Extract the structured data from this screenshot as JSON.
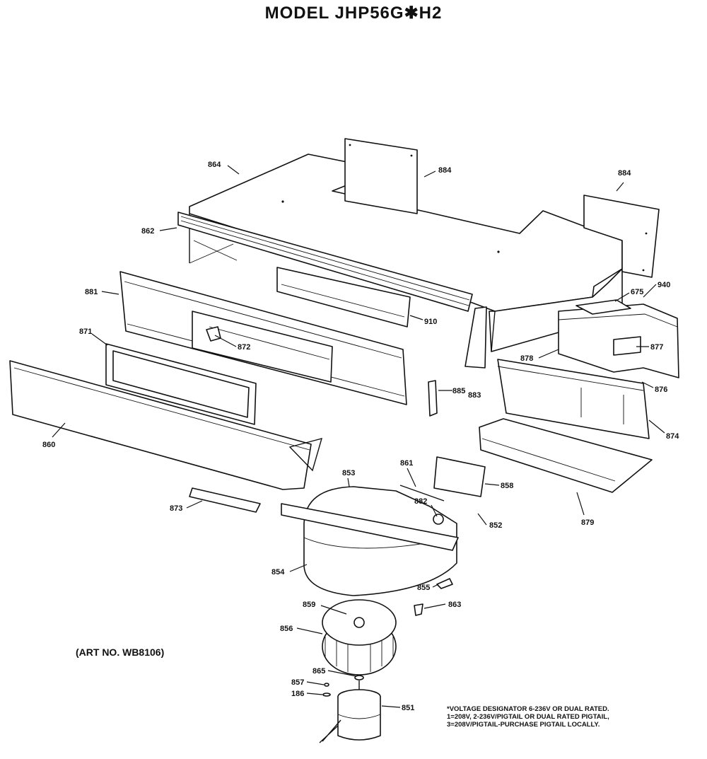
{
  "title": "MODEL JHP56G✱H2",
  "art_number": "(ART NO. WB8106)",
  "note": {
    "line1": "*VOLTAGE DESIGNATOR 6-236V OR DUAL RATED.",
    "line2": "1=208V, 2-236V/PIGTAIL OR DUAL RATED PIGTAIL,",
    "line3": "3=208V/PIGTAIL-PURCHASE PIGTAIL LOCALLY."
  },
  "labels": {
    "l864": "864",
    "l884a": "884",
    "l884b": "884",
    "l862": "862",
    "l881": "881",
    "l910": "910",
    "l871": "871",
    "l872": "872",
    "l675": "675",
    "l940": "940",
    "l877": "877",
    "l878": "878",
    "l876": "876",
    "l885": "885",
    "l883": "883",
    "l874": "874",
    "l860": "860",
    "l853": "853",
    "l861": "861",
    "l858": "858",
    "l873": "873",
    "l882": "882",
    "l852": "852",
    "l879": "879",
    "l854": "854",
    "l855": "855",
    "l859": "859",
    "l863": "863",
    "l856": "856",
    "l865": "865",
    "l857": "857",
    "l186": "186",
    "l851": "851"
  }
}
